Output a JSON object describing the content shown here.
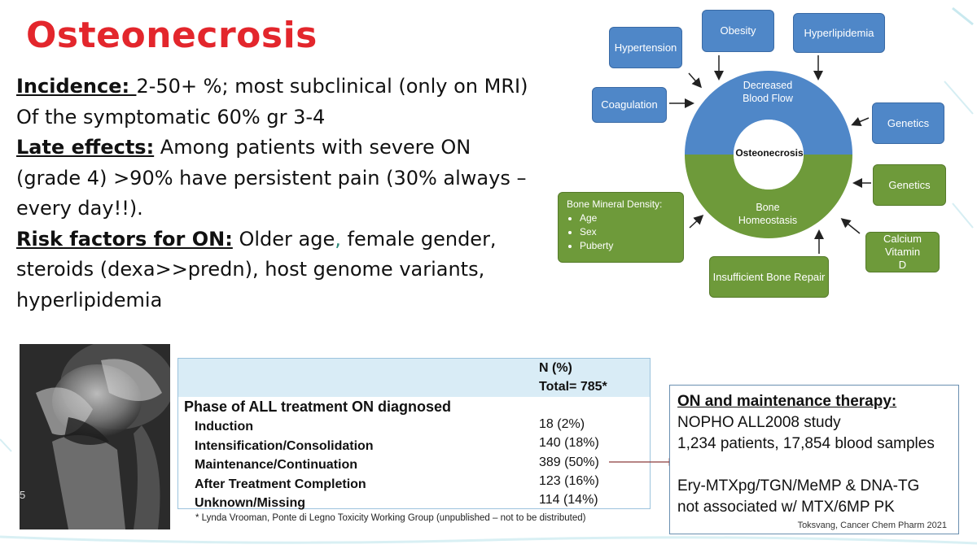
{
  "slide": {
    "title": "Osteonecrosis",
    "lines": [
      {
        "label": "Incidence: ",
        "text": "2-50+ %; most subclinical (only on MRI)"
      },
      {
        "text": "Of the symptomatic 60% gr 3-4"
      },
      {
        "label": "Late effects:",
        "text": " Among patients with severe ON"
      },
      {
        "text": "(grade 4) >90% have persistent pain (30% always –"
      },
      {
        "text": "every day!!)."
      },
      {
        "label": "Risk factors for ON:",
        "text": " Older age",
        "comma": ",",
        "text2": " female gender,"
      },
      {
        "text": "steroids (dexa>>predn), host genome variants,"
      },
      {
        "text": "hyperlipidemia"
      }
    ]
  },
  "diagram": {
    "center": "Osteonecrosis",
    "top_ring": "Decreased Blood Flow",
    "bottom_ring": "Bone Homeostasis",
    "blue_boxes": {
      "hypertension": "Hypertension",
      "obesity": "Obesity",
      "hyperlipidemia": "Hyperlipidemia",
      "coagulation": "Coagulation",
      "genetics": "Genetics"
    },
    "green_boxes": {
      "genetics": "Genetics",
      "calcium": "Calcium Vitamin D",
      "repair": "Insufficient Bone Repair",
      "bmd_title": "Bone Mineral Density:",
      "bmd_items": [
        "Age",
        "Sex",
        "Puberty"
      ]
    },
    "colors": {
      "blue": "#4f87c8",
      "green": "#6e9a3a"
    }
  },
  "mri": {
    "corner_label": "5"
  },
  "table": {
    "col_header_1": "N (%)",
    "col_header_2": "Total= 785*",
    "section": "Phase of ALL treatment ON diagnosed",
    "rows": [
      {
        "phase": "Induction",
        "value": "18 (2%)"
      },
      {
        "phase": "Intensification/Consolidation",
        "value": "140 (18%)"
      },
      {
        "phase": "Maintenance/Continuation",
        "value": "389 (50%)"
      },
      {
        "phase": "After Treatment Completion",
        "value": "123 (16%)"
      },
      {
        "phase": "Unknown/Missing",
        "value": "114 (14%)"
      }
    ],
    "footnote": "* Lynda Vrooman, Ponte di Legno Toxicity Working Group (unpublished – not to be distributed)"
  },
  "side_box": {
    "heading": "ON and maintenance therapy:",
    "line1": "NOPHO ALL2008 study",
    "line2": "1,234 patients, 17,854 blood samples",
    "line3": "Ery-MTXpg/TGN/MeMP & DNA-TG",
    "line4": "not associated w/ MTX/6MP PK",
    "citation": "Toksvang, Cancer Chem Pharm 2021"
  }
}
